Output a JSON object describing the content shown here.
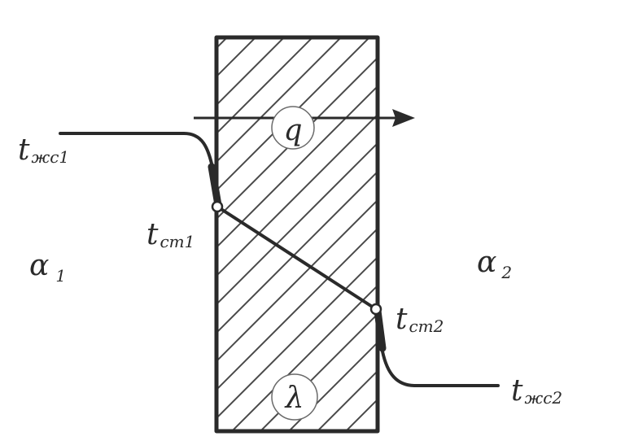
{
  "labels": {
    "t_fluid_1": {
      "main": "t",
      "sub": "жс1"
    },
    "t_wall_1": {
      "main": "t",
      "sub": "ст1"
    },
    "t_wall_2": {
      "main": "t",
      "sub": "ст2"
    },
    "t_fluid_2": {
      "main": "t",
      "sub": "жс2"
    },
    "alpha_1": {
      "main": "α",
      "sub": "1"
    },
    "alpha_2": {
      "main": "α",
      "sub": "2"
    },
    "heat_flux": "q",
    "conductivity": "λ"
  },
  "colors": {
    "ink": "#2a2a2a",
    "paper": "#ffffff"
  }
}
